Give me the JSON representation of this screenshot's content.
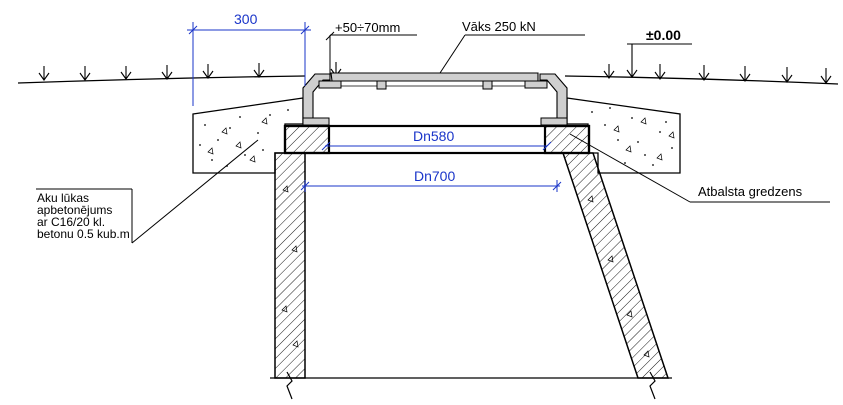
{
  "labels": {
    "dim_300": "300",
    "adjust_range": "+50÷70mm",
    "lid": "Vāks 250 kN",
    "ground_level": "±0.00",
    "dn580": "Dn580",
    "dn700": "Dn700",
    "support_ring": "Atbalsta gredzens",
    "note_line1": "Aku lūkas",
    "note_line2": "apbetonējums",
    "note_line3": "ar C16/20 kl.",
    "note_line4": "betonu 0.5 kub.m"
  },
  "colors": {
    "line": "#000000",
    "dimension": "#1a35c9",
    "lid_fill": "#cfcfcf",
    "concrete_fill": "#ffffff"
  }
}
